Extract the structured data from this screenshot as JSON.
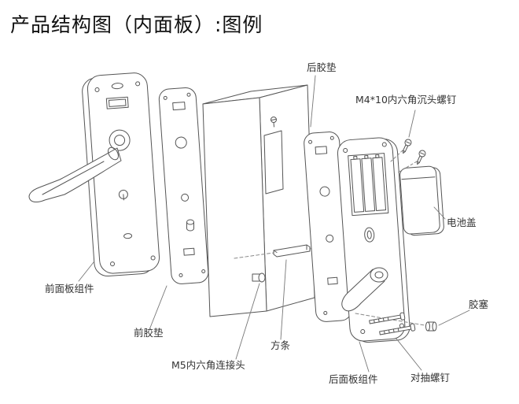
{
  "title": "产品结构图（内面板）:图例",
  "labels": {
    "rear_gasket": "后胶垫",
    "m4_screw": "M4*10内六角沉头螺钉",
    "battery_cover": "电池盖",
    "rubber_plug": "胶塞",
    "front_panel": "前面板组件",
    "front_gasket": "前胶垫",
    "m5_connector": "M5内六角连接头",
    "square_bar": "方条",
    "rear_panel": "后面板组件",
    "pull_screw": "对抽螺钉"
  },
  "colors": {
    "line": "#555555",
    "leader": "#777777",
    "text": "#333333",
    "background": "#ffffff"
  }
}
